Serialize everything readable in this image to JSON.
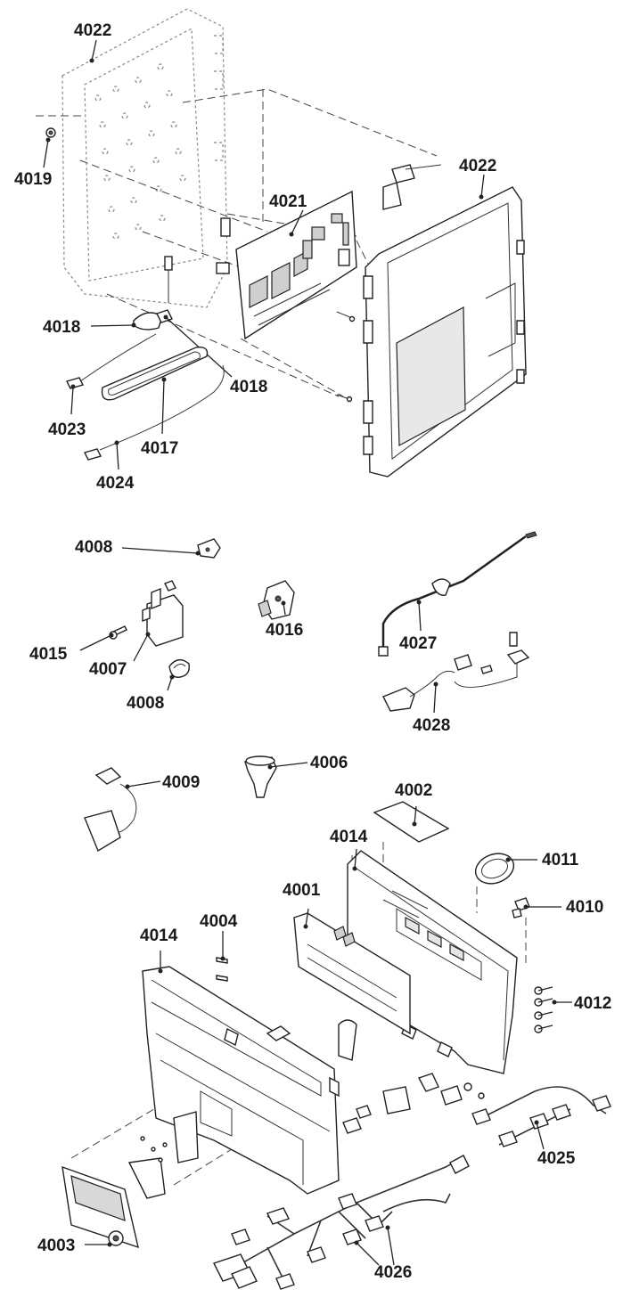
{
  "labels": {
    "l4022a": "4022",
    "l4019": "4019",
    "l4021": "4021",
    "l4022b": "4022",
    "l4018a": "4018",
    "l4018b": "4018",
    "l4023": "4023",
    "l4017": "4017",
    "l4024": "4024",
    "l4008a": "4008",
    "l4016": "4016",
    "l4015": "4015",
    "l4007": "4007",
    "l4008b": "4008",
    "l4027": "4027",
    "l4028": "4028",
    "l4006": "4006",
    "l4009": "4009",
    "l4002": "4002",
    "l4014a": "4014",
    "l4011": "4011",
    "l4001": "4001",
    "l4010": "4010",
    "l4004": "4004",
    "l4014b": "4014",
    "l4012": "4012",
    "l4025": "4025",
    "l4003": "4003",
    "l4026": "4026"
  }
}
